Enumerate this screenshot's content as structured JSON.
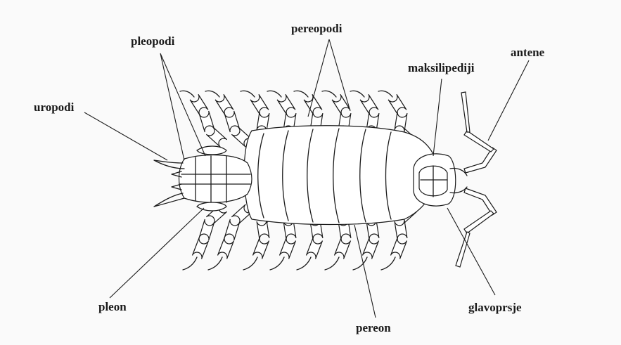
{
  "labels": {
    "pleopodi": "pleopodi",
    "pereopodi": "pereopodi",
    "maksilipediji": "maksilipediji",
    "antene": "antene",
    "uropodi": "uropodi",
    "pleon": "pleon",
    "pereon": "pereon",
    "glavoprsje": "glavoprsje"
  },
  "colors": {
    "ink": "#1a1a1a",
    "paper": "#ffffff",
    "background": "#fafafa"
  }
}
